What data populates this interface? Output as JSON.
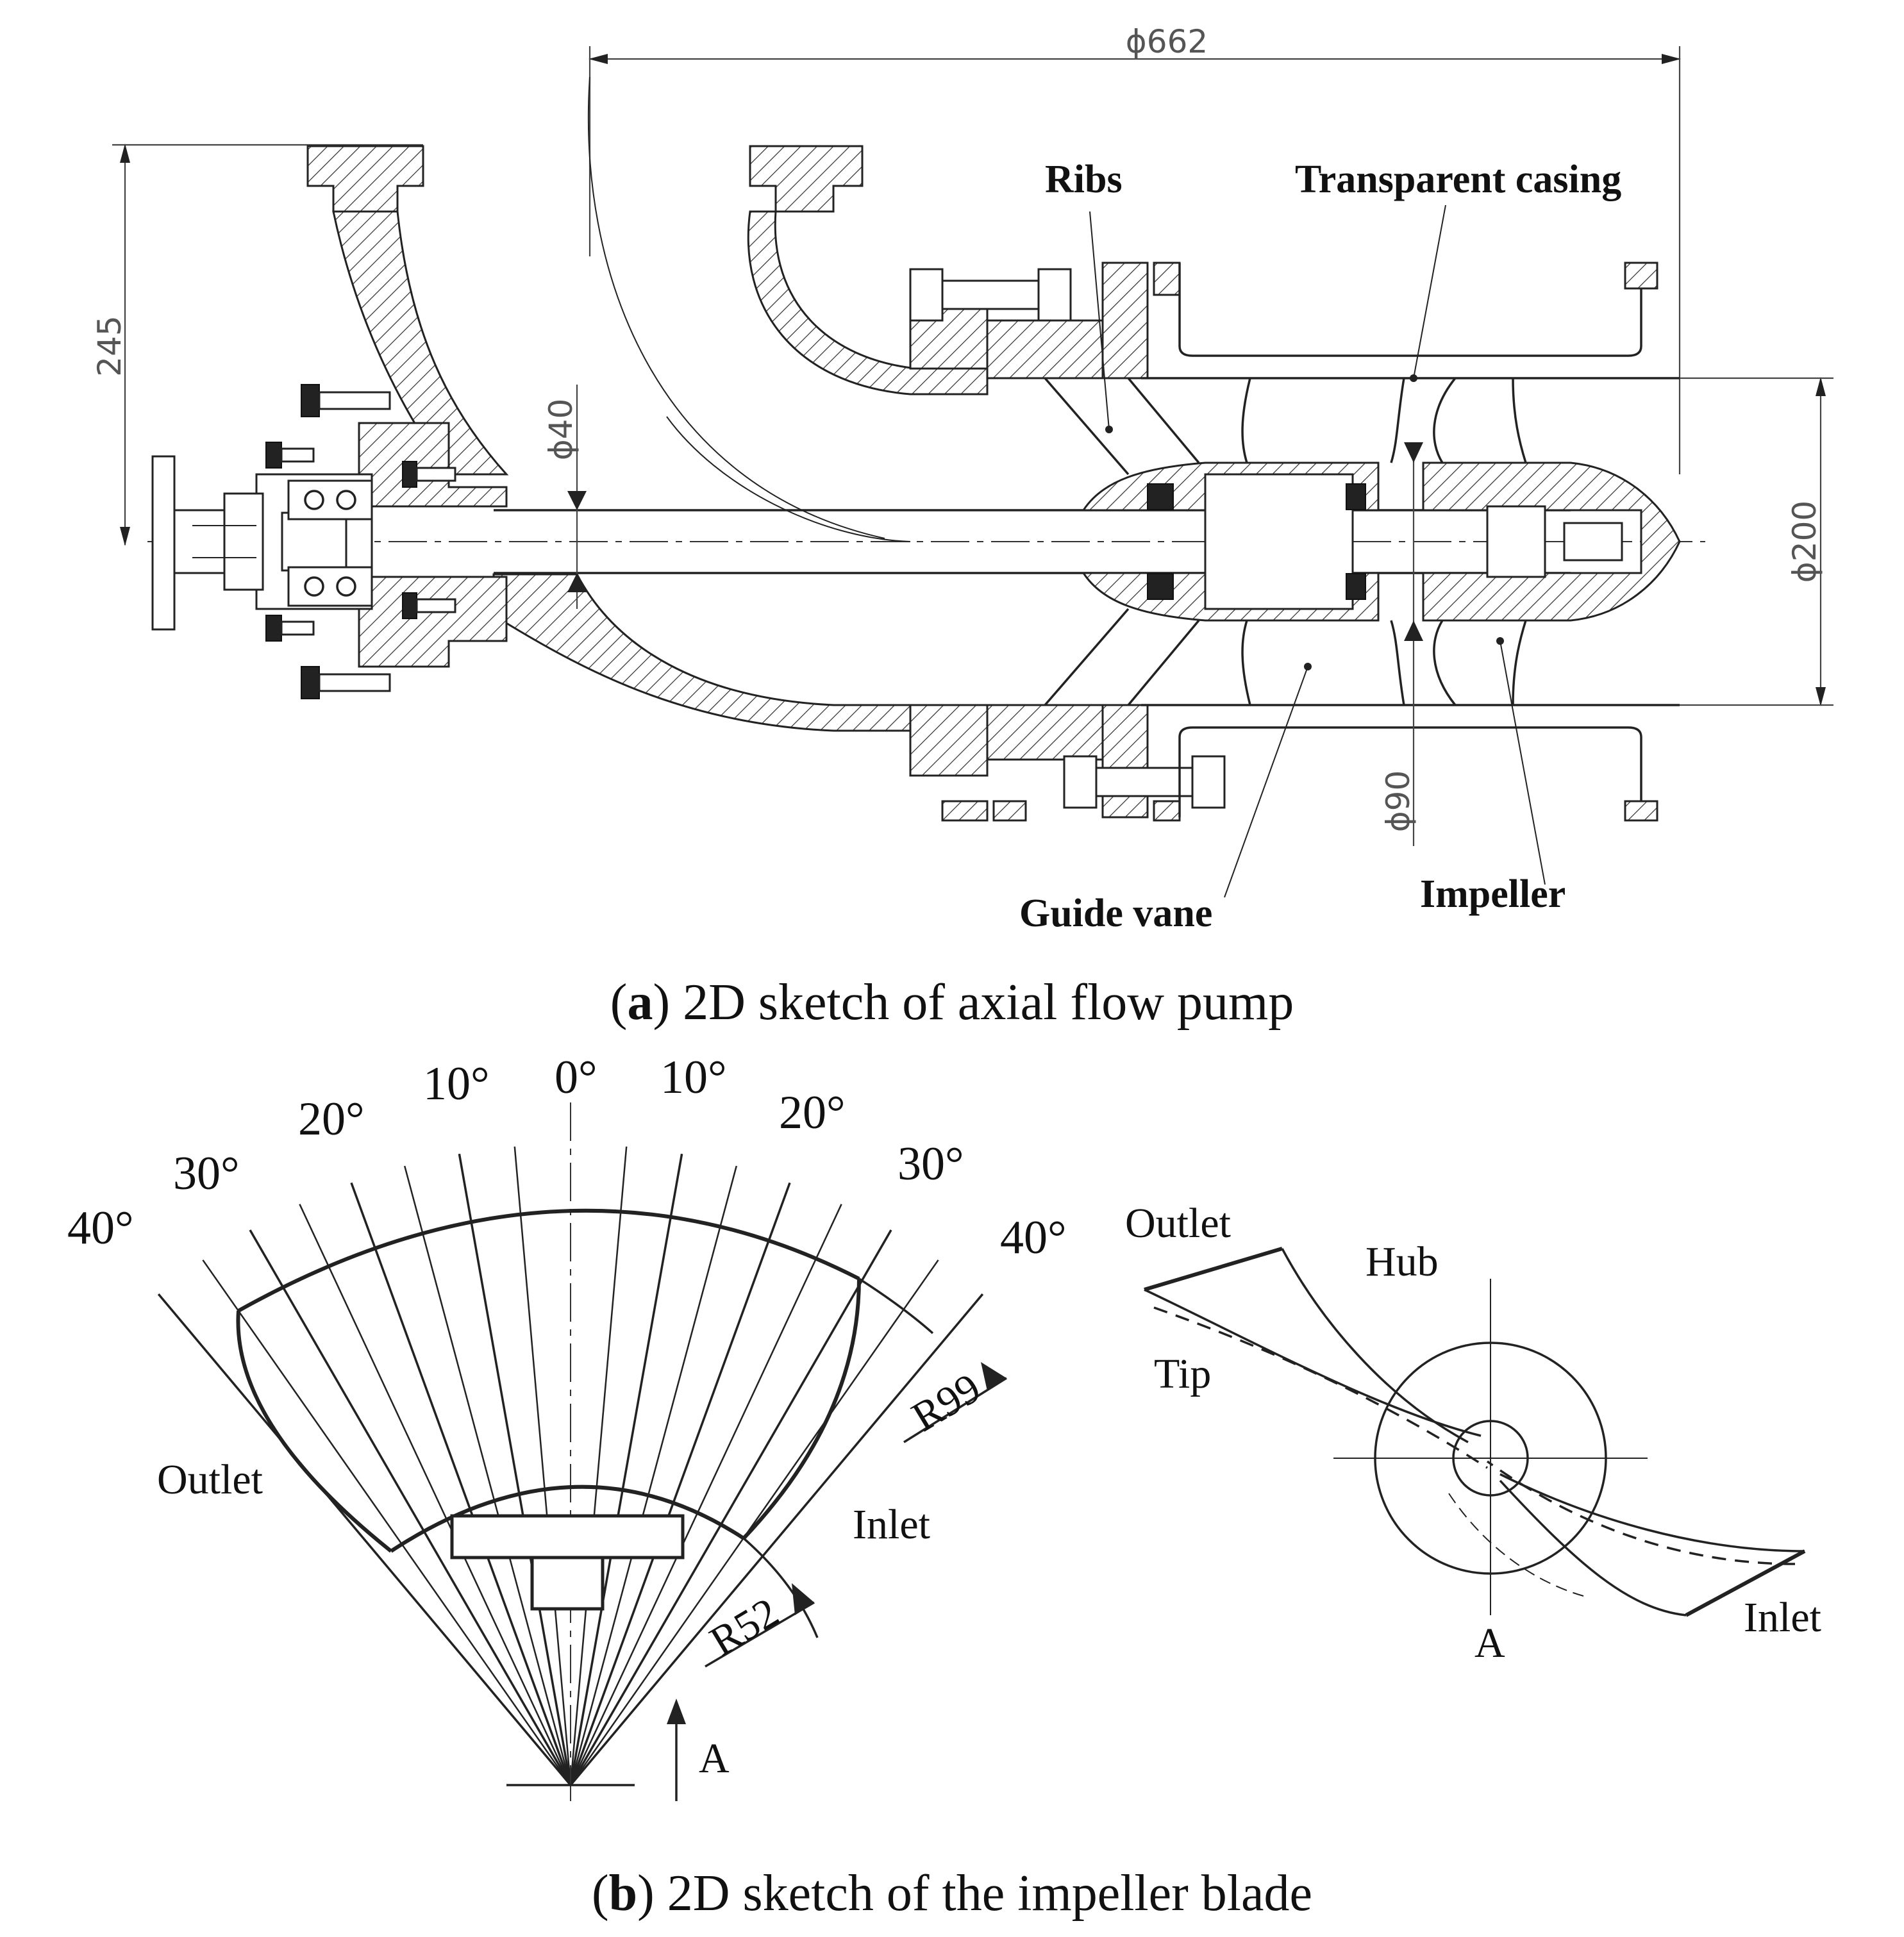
{
  "panel_a": {
    "labels": {
      "ribs": "Ribs",
      "transparent_casing": "Transparent casing",
      "guide_vane": "Guide vane",
      "impeller": "Impeller"
    },
    "dimensions": {
      "d662": "ϕ662",
      "d245": "245",
      "d40": "ϕ40",
      "d200": "ϕ200",
      "d90": "ϕ90"
    },
    "caption": {
      "open": "(",
      "letter": "a",
      "text": ") 2D sketch of axial flow pump"
    }
  },
  "panel_b": {
    "angle_labels": {
      "left_40": "40°",
      "left_30": "30°",
      "left_20": "20°",
      "left_10": "10°",
      "zero": "0°",
      "right_10": "10°",
      "right_20": "20°",
      "right_30": "30°",
      "right_40": "40°"
    },
    "radius_labels": {
      "r99": "R99",
      "r52": "R52"
    },
    "labels": {
      "outlet_left": "Outlet",
      "inlet_left": "Inlet",
      "view_a_arrow": "A",
      "outlet_right": "Outlet",
      "hub": "Hub",
      "tip": "Tip",
      "inlet_right": "Inlet",
      "view_a": "A"
    },
    "caption": {
      "open": "(",
      "letter": "b",
      "text": ") 2D sketch of the impeller blade"
    }
  }
}
